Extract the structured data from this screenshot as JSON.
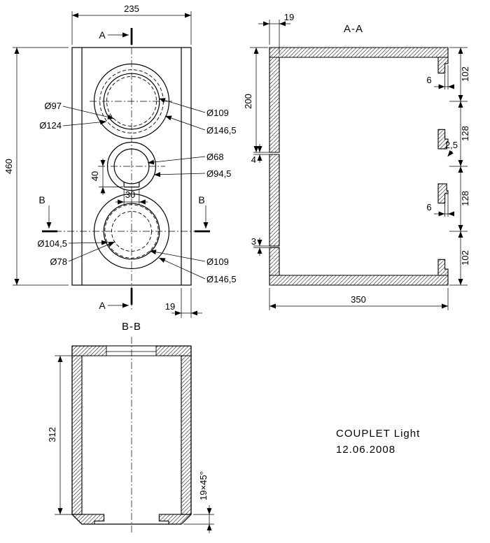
{
  "front_view": {
    "dim_width": "235",
    "dim_height": "460",
    "dim_port_depth": "40",
    "dim_port_width": "30",
    "dim_wall": "19",
    "section_a": "A",
    "section_b": "B",
    "labels": {
      "top_back": "Ø97",
      "top_back_outer": "Ø124",
      "top_hole": "Ø109",
      "top_rebate": "Ø146,5",
      "mid_hole": "Ø68",
      "mid_rebate": "Ø94,5",
      "bottom_back": "Ø104,5",
      "bottom_back_inner": "Ø78",
      "bottom_hole": "Ø109",
      "bottom_rebate": "Ø146,5"
    }
  },
  "section_aa": {
    "title": "A-A",
    "dim_wall": "19",
    "dim_200": "200",
    "dim_4": "4",
    "dim_3": "3",
    "dim_depth": "350",
    "dim_102_top": "102",
    "dim_128_top": "128",
    "dim_2_5": "2,5",
    "dim_128_bottom": "128",
    "dim_102_bottom": "102",
    "dim_6_top": "6",
    "dim_6_bottom": "6"
  },
  "section_bb": {
    "title": "B-B",
    "dim_inner": "312",
    "dim_chamfer": "19×45°"
  },
  "title_block": {
    "model": "COUPLET Light",
    "date": "12.06.2008"
  }
}
